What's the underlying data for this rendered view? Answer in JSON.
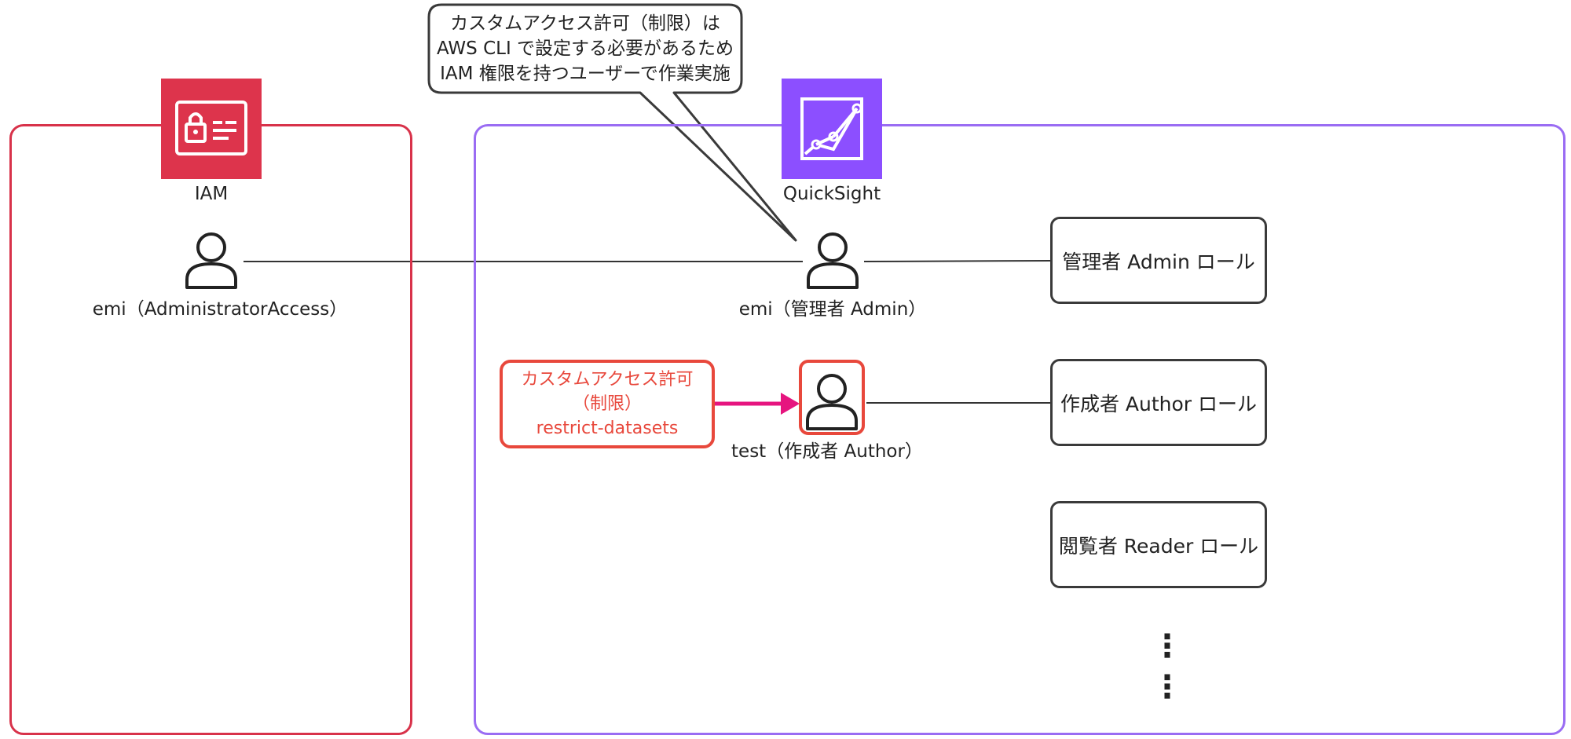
{
  "callout": {
    "lines": [
      "カスタムアクセス許可（制限）は",
      "AWS CLI で設定する必要があるため",
      "IAM 権限を持つユーザーで作業実施"
    ]
  },
  "iam": {
    "label": "IAM",
    "icon": "iam-permissions-icon",
    "color": "#dd344c",
    "user_label": "emi（AdministratorAccess）"
  },
  "quicksight": {
    "label": "QuickSight",
    "icon": "quicksight-analytics-icon",
    "color": "#8c4fff",
    "admin_user_label": "emi（管理者 Admin）",
    "author_user_label": "test（作成者 Author）"
  },
  "custom_permission": {
    "lines": [
      "カスタムアクセス許可",
      "（制限）",
      "restrict-datasets"
    ],
    "color": "#e8483c"
  },
  "roles": [
    "管理者 Admin ロール",
    "作成者 Author ロール",
    "閲覧者 Reader ロール"
  ],
  "continuation": [
    "⋮",
    "⋮"
  ],
  "colors": {
    "iam_frame": "#d8324a",
    "quicksight_frame": "#9a6cf3",
    "arrow": "#e6157f",
    "highlight": "#e8483c"
  }
}
